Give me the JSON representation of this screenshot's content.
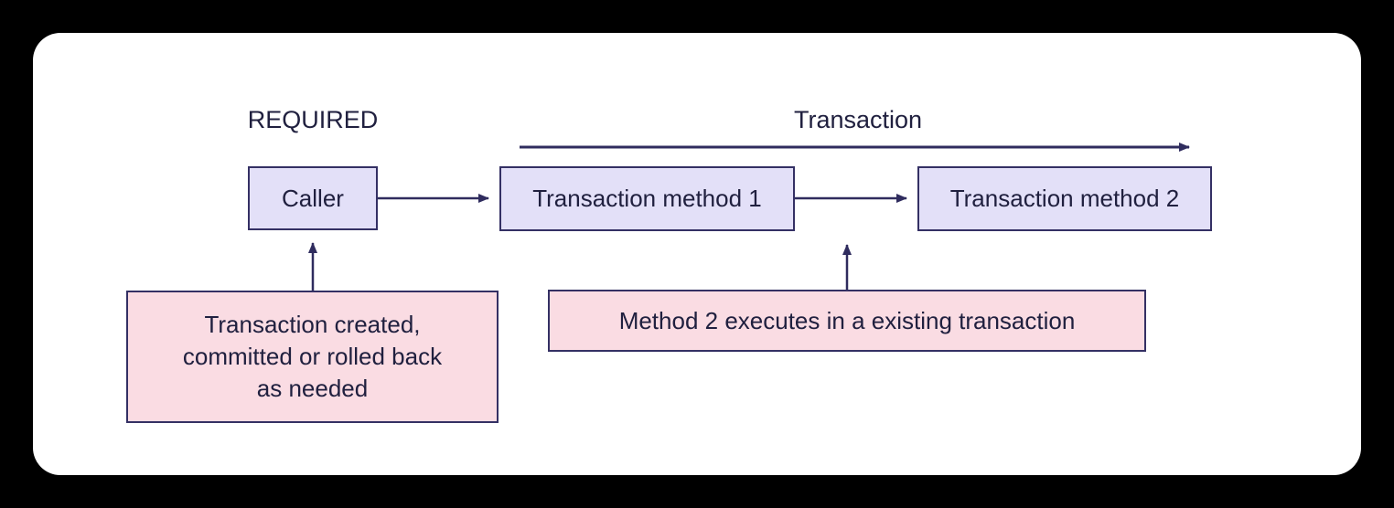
{
  "diagram": {
    "propagation_label": "REQUIRED",
    "transaction_label": "Transaction",
    "nodes": {
      "caller": "Caller",
      "method1": "Transaction method 1",
      "method2": "Transaction method 2"
    },
    "notes": {
      "caller_note_lines": [
        "Transaction created,",
        "committed or rolled back",
        "as needed"
      ],
      "method2_note": "Method 2 executes in a existing transaction"
    },
    "colors": {
      "page_bg": "#000000",
      "card_bg": "#ffffff",
      "node_fill": "#e3e0f8",
      "node_border": "#343064",
      "note_fill": "#fadce3",
      "note_border": "#343064",
      "text": "#20203f",
      "arrow": "#2f2c5e"
    }
  }
}
